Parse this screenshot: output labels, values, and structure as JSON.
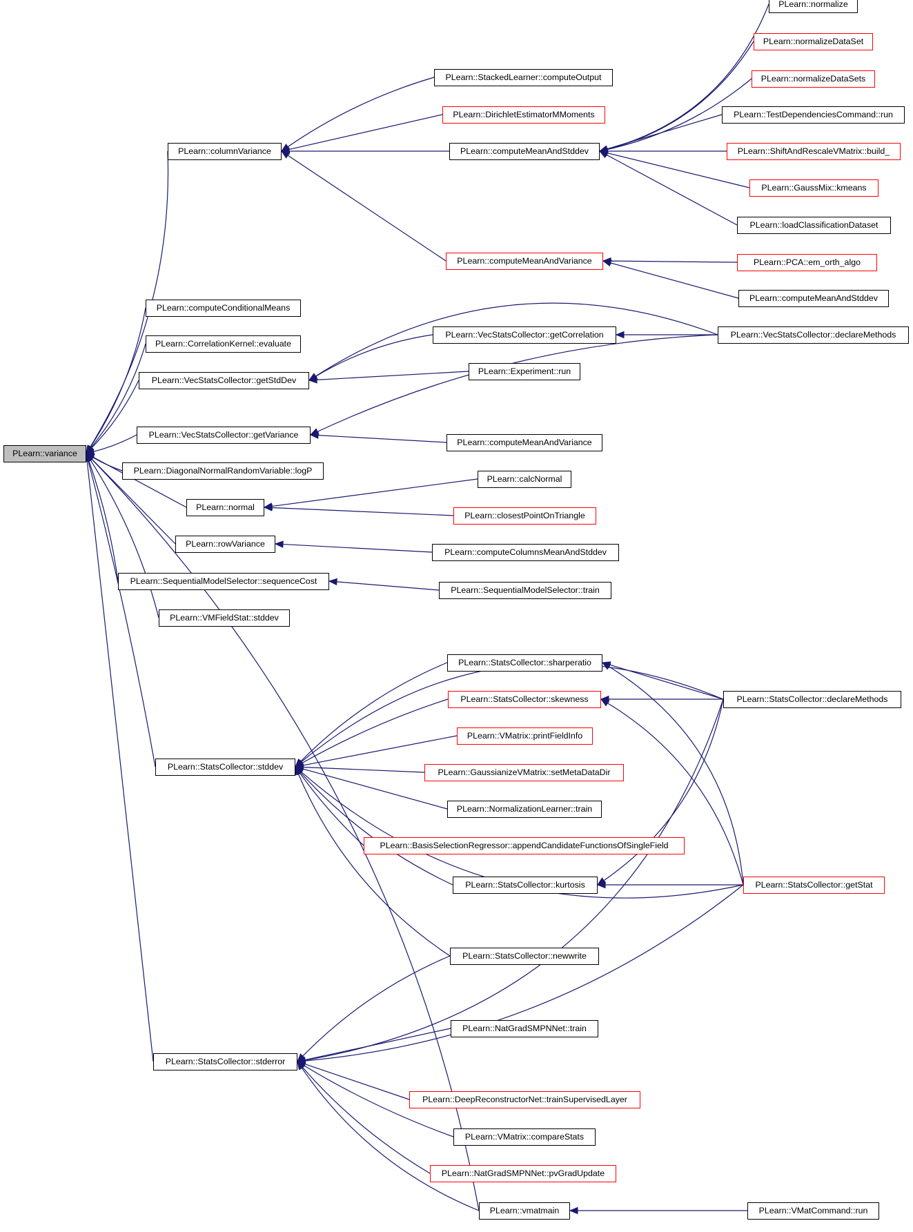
{
  "colors": {
    "edge": "#191970",
    "node_border": "#000000",
    "node_border_partial": "#ff0000",
    "root_fill": "#bfbfbf"
  },
  "nodes": {
    "variance": "PLearn::variance",
    "columnVariance": "PLearn::columnVariance",
    "computeConditionalMeans": "PLearn::computeConditionalMeans",
    "correlationKernelEvaluate": "PLearn::CorrelationKernel::evaluate",
    "getStdDev": "PLearn::VecStatsCollector::getStdDev",
    "getVariance": "PLearn::VecStatsCollector::getVariance",
    "diagonalLogP": "PLearn::DiagonalNormalRandomVariable::logP",
    "normal": "PLearn::normal",
    "rowVariance": "PLearn::rowVariance",
    "sequenceCost": "PLearn::SequentialModelSelector::sequenceCost",
    "vmFieldStatStddev": "PLearn::VMFieldStat::stddev",
    "scStddev": "PLearn::StatsCollector::stddev",
    "scStderror": "PLearn::StatsCollector::stderror",
    "stackedComputeOutput": "PLearn::StackedLearner::computeOutput",
    "dirichletMoments": "PLearn::DirichletEstimatorMMoments",
    "computeMeanAndStddev": "PLearn::computeMeanAndStddev",
    "computeMeanAndVariance": "PLearn::computeMeanAndVariance",
    "normalize": "PLearn::normalize",
    "normalizeDataSet": "PLearn::normalizeDataSet",
    "normalizeDataSets": "PLearn::normalizeDataSets",
    "testDependenciesRun": "PLearn::TestDependenciesCommand::run",
    "shiftAndRescaleBuild": "PLearn::ShiftAndRescaleVMatrix::build_",
    "gaussMixKmeans": "PLearn::GaussMix::kmeans",
    "loadClassificationDataset": "PLearn::loadClassificationDataset",
    "pcaEmOrthAlgo": "PLearn::PCA::em_orth_algo",
    "computeMeanAndStddev2": "PLearn::computeMeanAndStddev",
    "getCorrelation": "PLearn::VecStatsCollector::getCorrelation",
    "vscDeclareMethods": "PLearn::VecStatsCollector::declareMethods",
    "experimentRun": "PLearn::Experiment::run",
    "computeMeanAndVariance2": "PLearn::computeMeanAndVariance",
    "calcNormal": "PLearn::calcNormal",
    "closestPointOnTriangle": "PLearn::closestPointOnTriangle",
    "computeColumnsMeanAndStddev": "PLearn::computeColumnsMeanAndStddev",
    "smsTrain": "PLearn::SequentialModelSelector::train",
    "sharperatio": "PLearn::StatsCollector::sharperatio",
    "skewness": "PLearn::StatsCollector::skewness",
    "printFieldInfo": "PLearn::VMatrix::printFieldInfo",
    "setMetaDataDir": "PLearn::GaussianizeVMatrix::setMetaDataDir",
    "normalizationTrain": "PLearn::NormalizationLearner::train",
    "appendCandidate": "PLearn::BasisSelectionRegressor::appendCandidateFunctionsOfSingleField",
    "kurtosis": "PLearn::StatsCollector::kurtosis",
    "newwrite": "PLearn::StatsCollector::newwrite",
    "scDeclareMethods": "PLearn::StatsCollector::declareMethods",
    "getStat": "PLearn::StatsCollector::getStat",
    "natGradTrain": "PLearn::NatGradSMPNNet::train",
    "trainSupervisedLayer": "PLearn::DeepReconstructorNet::trainSupervisedLayer",
    "compareStats": "PLearn::VMatrix::compareStats",
    "pvGradUpdate": "PLearn::NatGradSMPNNet::pvGradUpdate",
    "vmatmain": "PLearn::vmatmain",
    "vmatCommandRun": "PLearn::VMatCommand::run"
  }
}
